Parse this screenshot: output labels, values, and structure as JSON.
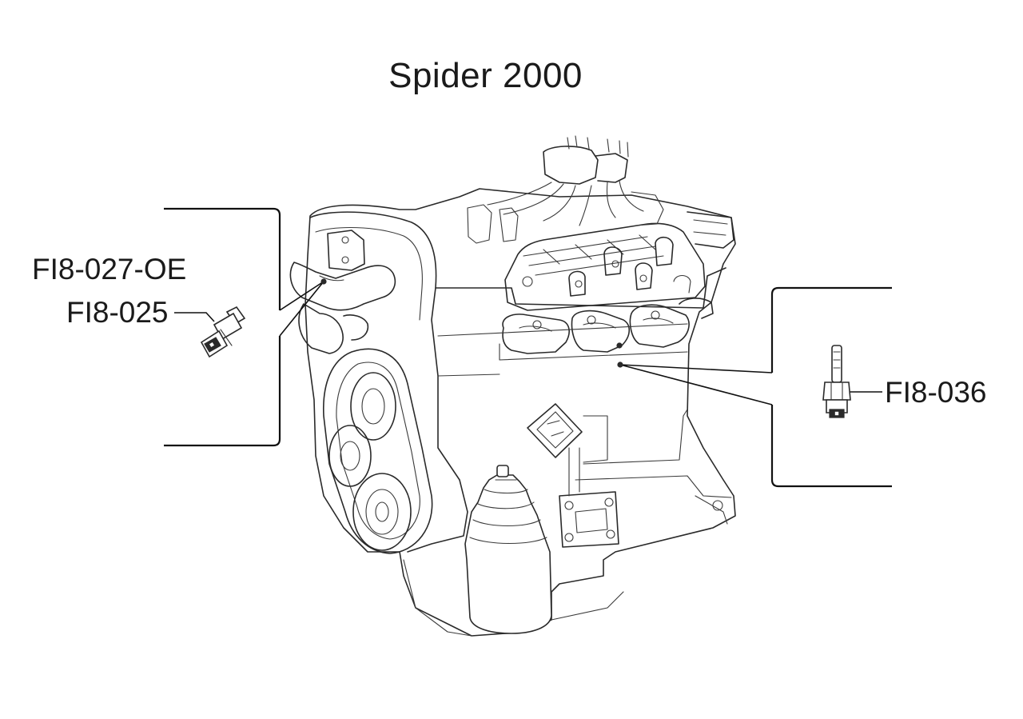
{
  "title": "Spider 2000",
  "parts": {
    "left_upper": "FI8-027-OE",
    "left_lower": "FI8-025",
    "right": "FI8-036"
  }
}
